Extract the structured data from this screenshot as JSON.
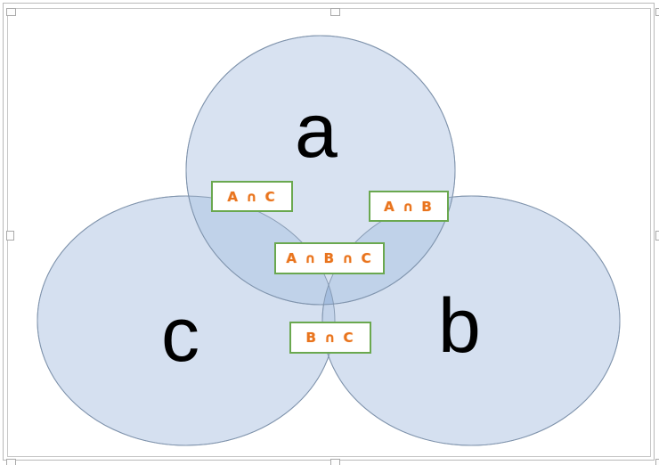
{
  "document": {
    "type": "venn-diagram-shape-selected",
    "background": "#ffffff"
  },
  "colors": {
    "circle_fill": "#d5e0f0",
    "circle_stroke": "#7d92ad",
    "overlap_two": "#c3d3ea",
    "overlap_three": "#b6cae5",
    "label_border": "#6aa84f",
    "label_text": "#e8741e",
    "set_letter": "#000000",
    "selection_border": "#b9b9b9",
    "handle_fill": "#fdfdfd"
  },
  "sets": [
    {
      "id": "a",
      "label": "a"
    },
    {
      "id": "b",
      "label": "b"
    },
    {
      "id": "c",
      "label": "c"
    }
  ],
  "intersection_labels": [
    {
      "id": "a-and-c",
      "text": "A ∩ C"
    },
    {
      "id": "a-and-b",
      "text": "A ∩ B"
    },
    {
      "id": "a-and-b-and-c",
      "text": "A ∩ B ∩ C"
    },
    {
      "id": "b-and-c",
      "text": "B ∩ C"
    }
  ],
  "selection": {
    "handles": [
      "top-left",
      "top-center",
      "top-right",
      "left-middle",
      "right-middle",
      "bottom-left",
      "bottom-center",
      "bottom-right"
    ]
  }
}
